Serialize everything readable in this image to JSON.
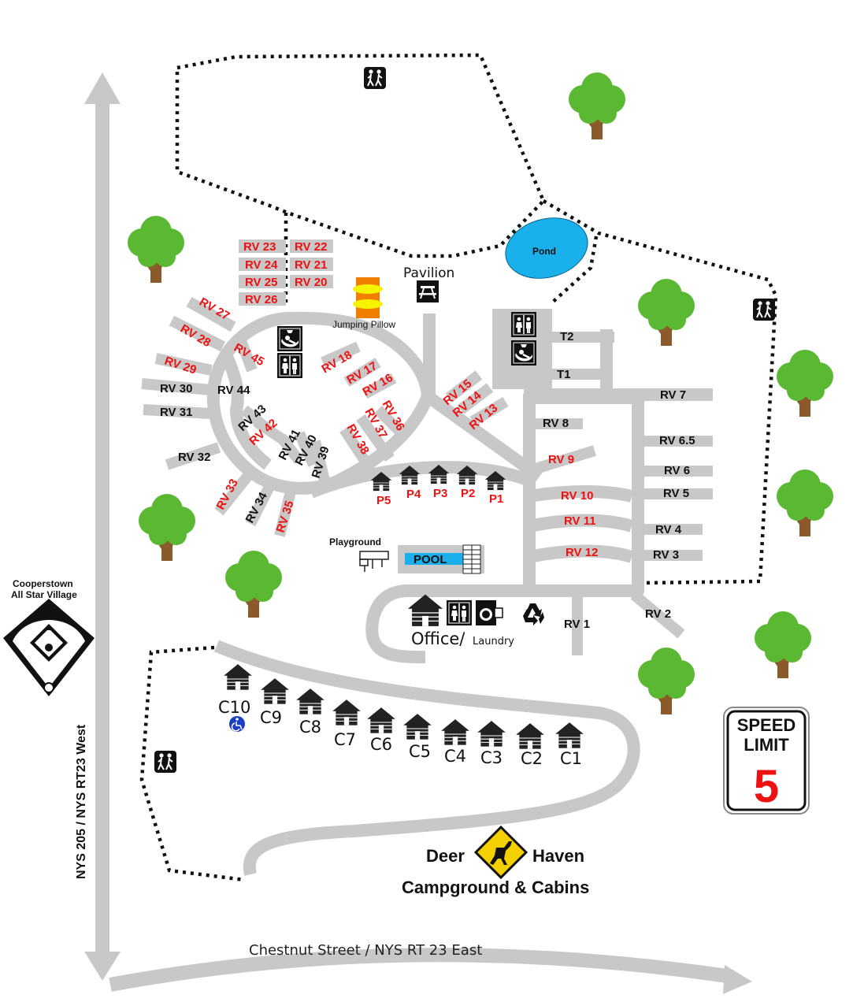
{
  "map": {
    "title_word1": "Deer",
    "title_word2": "Haven",
    "subtitle": "Campground & Cabins",
    "road_vertical": "NYS 205 / NYS RT23 West",
    "road_bottom": "Chestnut Street / NYS RT 23 East",
    "neighbor_line1": "Cooperstown",
    "neighbor_line2": "All Star Village",
    "speed_sign": {
      "line1": "SPEED",
      "line2": "LIMIT",
      "value": "5"
    },
    "features": {
      "pond": "Pond",
      "pavilion": "Pavilion",
      "jumping_pillow": "Jumping Pillow",
      "playground": "Playground",
      "pool": "POOL",
      "office": "Office/",
      "laundry": "Laundry"
    },
    "sites_red": [
      "RV 23",
      "RV 22",
      "RV 24",
      "RV 21",
      "RV 25",
      "RV 20",
      "RV 26",
      "RV 27",
      "RV 28",
      "RV 29",
      "RV 45",
      "RV 18",
      "RV 17",
      "RV 16",
      "RV 36",
      "RV 37",
      "RV 38",
      "RV 42",
      "RV 15",
      "RV 14",
      "RV 13",
      "RV 9",
      "RV 10",
      "RV 11",
      "RV 12",
      "RV 33",
      "RV 35",
      "P5",
      "P4",
      "P3",
      "P2",
      "P1"
    ],
    "sites_black": [
      "RV 30",
      "RV 44",
      "RV 31",
      "RV 43",
      "RV 41",
      "RV 40",
      "RV 39",
      "RV 32",
      "RV 34",
      "RV 8",
      "RV 7",
      "RV 6.5",
      "RV 6",
      "RV 5",
      "RV 4",
      "RV 3",
      "RV 2",
      "RV 1",
      "T2",
      "T1"
    ],
    "cabins": [
      "C10",
      "C9",
      "C8",
      "C7",
      "C6",
      "C5",
      "C4",
      "C3",
      "C2",
      "C1"
    ],
    "colors": {
      "road": "#c8c8c8",
      "red_label": "#ee1111",
      "pond": "#1ab0ec",
      "pool": "#1ab0ec",
      "tree_green": "#5bb832",
      "trunk": "#8a5a2b",
      "sign_yellow": "#f5d000",
      "accessible_blue": "#1a3ec8"
    },
    "icons": [
      "hiking-icon",
      "restroom-icon",
      "shower-icon",
      "picnic-table-icon",
      "recycle-icon",
      "cabin-icon",
      "tree-icon",
      "baseball-diamond-icon",
      "deer-crossing-sign-icon",
      "wheelchair-icon"
    ]
  }
}
